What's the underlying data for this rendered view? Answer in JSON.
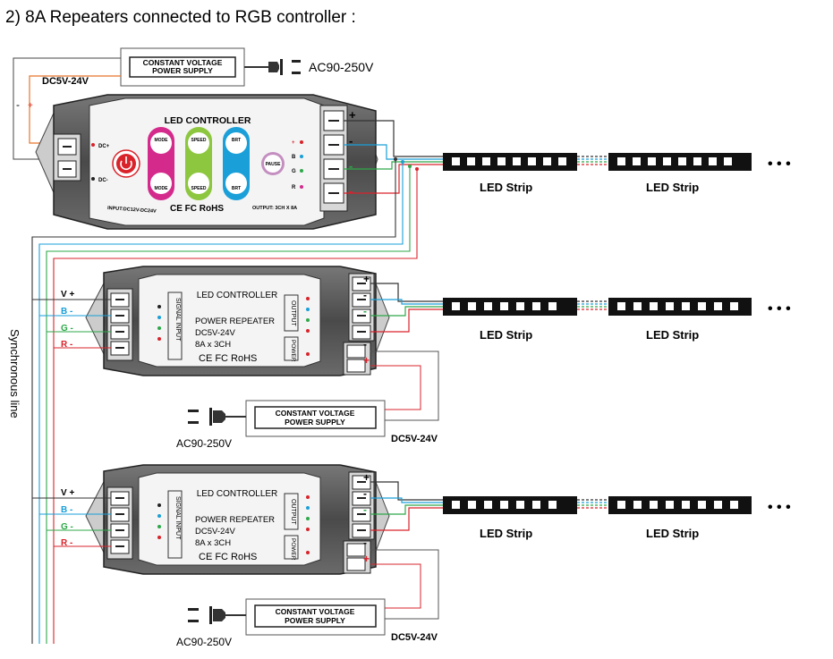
{
  "title": "2) 8A Repeaters connected to RGB controller :",
  "sync_line": "Synchronous line",
  "top": {
    "psu_line1": "CONSTANT VOLTAGE",
    "psu_line2": "POWER SUPPLY",
    "ac_label": "AC90-250V",
    "dc_label": "DC5V-24V",
    "pol_minus": "-",
    "pol_plus": "+",
    "controller": {
      "name": "LED CONTROLLER",
      "dc_plus": "DC+",
      "dc_minus": "DC-",
      "mode_up": "MODE",
      "mode_down": "MODE",
      "speed_up": "SPEED",
      "speed_down": "SPEED",
      "brt_up": "BRT",
      "brt_down": "BRT",
      "pause": "PAUSE",
      "cert": "CE FC RoHS",
      "input": "INPUT:DC12V-DC24V",
      "output": "OUTPUT: 3CH X 8A",
      "out_plus": "+",
      "out_b": "B",
      "out_g": "G",
      "out_r": "R",
      "term_plus": "+",
      "term_minus": "-"
    },
    "strip1": "LED Strip",
    "strip2": "LED Strip",
    "dots": "• • •"
  },
  "repeaters": [
    {
      "name": "LED CONTROLLER",
      "l1": "POWER REPEATER",
      "l2": "DC5V-24V",
      "l3": "8A x 3CH",
      "cert": "CE FC RoHS",
      "signal_input": "SIGNAL INPUT",
      "output": "OUTPUT",
      "power": "POWER",
      "in_v": "V +",
      "in_b": "B -",
      "in_g": "G -",
      "in_r": "R -",
      "strip1": "LED Strip",
      "strip2": "LED Strip",
      "dots": "• • •",
      "psu_line1": "CONSTANT VOLTAGE",
      "psu_line2": "POWER SUPPLY",
      "ac_label": "AC90-250V",
      "dc_label": "DC5V-24V"
    },
    {
      "name": "LED CONTROLLER",
      "l1": "POWER REPEATER",
      "l2": "DC5V-24V",
      "l3": "8A x 3CH",
      "cert": "CE FC RoHS",
      "signal_input": "SIGNAL INPUT",
      "output": "OUTPUT",
      "power": "POWER",
      "in_v": "V +",
      "in_b": "B -",
      "in_g": "G -",
      "in_r": "R -",
      "strip1": "LED Strip",
      "strip2": "LED Strip",
      "dots": "• • •",
      "psu_line1": "CONSTANT VOLTAGE",
      "psu_line2": "POWER SUPPLY",
      "ac_label": "AC90-250V",
      "dc_label": "DC5V-24V"
    }
  ],
  "colors": {
    "red": "#d9232b",
    "green": "#2ea84a",
    "blue": "#1a9fd8",
    "black": "#222222",
    "orange": "#e8752b",
    "magenta": "#d42a8c",
    "lime": "#8dc63f",
    "cyan": "#1a9fd8"
  }
}
